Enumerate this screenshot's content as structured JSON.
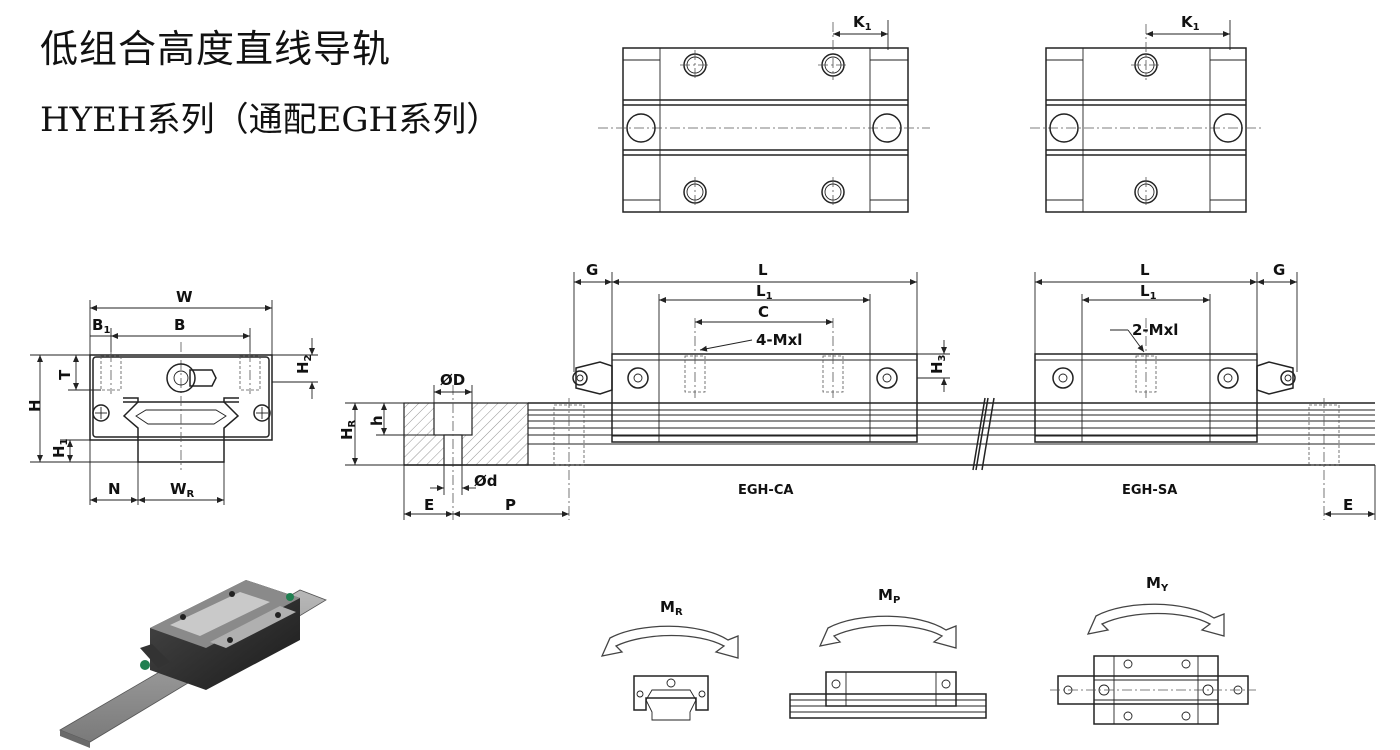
{
  "title": {
    "line1": "低组合高度直线导轨",
    "line2": "HYEH系列（通配EGH系列）"
  },
  "dimensions": {
    "K1": {
      "base": "K",
      "sub": "1"
    },
    "W": {
      "base": "W",
      "sub": ""
    },
    "B1": {
      "base": "B",
      "sub": "1"
    },
    "B": {
      "base": "B",
      "sub": ""
    },
    "T": {
      "base": "T",
      "sub": ""
    },
    "H2": {
      "base": "H",
      "sub": "2"
    },
    "H": {
      "base": "H",
      "sub": ""
    },
    "H1": {
      "base": "H",
      "sub": "1"
    },
    "N": {
      "base": "N",
      "sub": ""
    },
    "WR": {
      "base": "W",
      "sub": "R"
    },
    "G": {
      "base": "G",
      "sub": ""
    },
    "L": {
      "base": "L",
      "sub": ""
    },
    "L1": {
      "base": "L",
      "sub": "1"
    },
    "C": {
      "base": "C",
      "sub": ""
    },
    "H3": {
      "base": "H",
      "sub": "3"
    },
    "HR": {
      "base": "H",
      "sub": "R"
    },
    "h": {
      "base": "h",
      "sub": ""
    },
    "OD": {
      "base": "ØD",
      "sub": ""
    },
    "Od": {
      "base": "Ød",
      "sub": ""
    },
    "E": {
      "base": "E",
      "sub": ""
    },
    "P": {
      "base": "P",
      "sub": ""
    }
  },
  "callouts": {
    "ca_holes": "4-Mxl",
    "sa_holes": "2-Mxl"
  },
  "captions": {
    "ca": "EGH-CA",
    "sa": "EGH-SA"
  },
  "moments": {
    "MR": {
      "base": "M",
      "sub": "R"
    },
    "MP": {
      "base": "M",
      "sub": "P"
    },
    "MY": {
      "base": "M",
      "sub": "Y"
    }
  }
}
